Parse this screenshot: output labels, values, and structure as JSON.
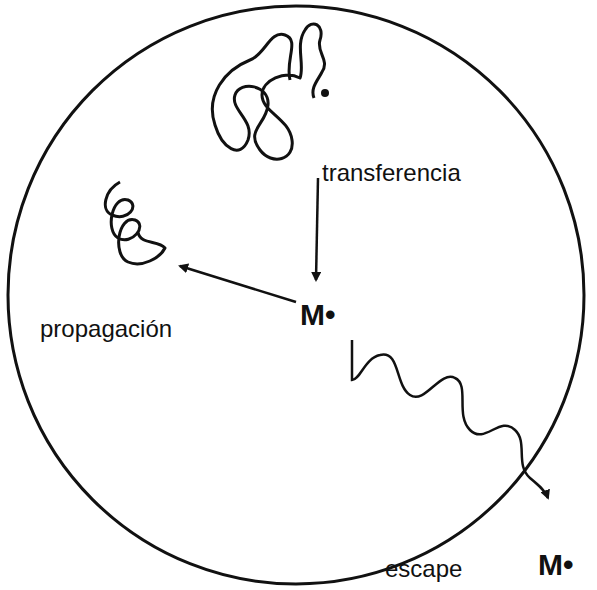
{
  "diagram": {
    "labels": [
      "transferencia",
      "M•",
      "propagación",
      "M•",
      "escape"
    ]
  }
}
